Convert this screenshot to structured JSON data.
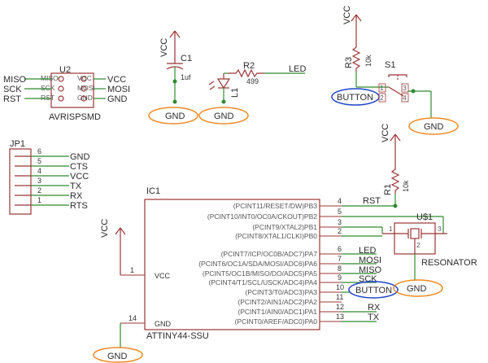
{
  "colors": {
    "wire": "#2e8b2e",
    "symbol": "#9b3535",
    "gnd_highlight": "#f08a24",
    "button_highlight": "#1f45c8"
  },
  "u2": {
    "ref": "U2",
    "name": "AVRISPSMD",
    "left_nets": [
      "MISO",
      "SCK",
      "RST"
    ],
    "right_nets": [
      "VCC",
      "MOSI",
      "GND"
    ],
    "inner_left": [
      "MISO",
      "SCK",
      "RST"
    ],
    "inner_right": [
      "VCC",
      "MOSI",
      "GND"
    ]
  },
  "c1": {
    "supply": "VCC",
    "ref": "C1",
    "value": "1uf",
    "gnd": "GND"
  },
  "r2": {
    "ref": "R2",
    "value": "499",
    "net": "LED"
  },
  "l1": {
    "ref": "L1",
    "gnd": "GND"
  },
  "r3": {
    "supply": "VCC",
    "ref": "R3",
    "value": "10k",
    "net": "BUTTON"
  },
  "s1": {
    "ref": "S1",
    "pins": [
      "1",
      "2",
      "3",
      "4"
    ],
    "gnd": "GND"
  },
  "jp1": {
    "ref": "JP1",
    "pins": [
      {
        "num": "6",
        "net": "GND"
      },
      {
        "num": "5",
        "net": "CTS"
      },
      {
        "num": "4",
        "net": "VCC"
      },
      {
        "num": "3",
        "net": "TX"
      },
      {
        "num": "2",
        "net": "RX"
      },
      {
        "num": "1",
        "net": "RTS"
      }
    ]
  },
  "r1": {
    "supply": "VCC",
    "ref": "R1",
    "value": "10k"
  },
  "ic1": {
    "ref": "IC1",
    "part": "ATTINY44-SSU",
    "vcc_supply": "VCC",
    "vcc_label": "VCC",
    "vcc_pin": "1",
    "gnd_label": "GND",
    "gnd_pin": "14",
    "gnd": "GND",
    "pins": [
      {
        "label": "(PCINT11/RESET/DW)PB3",
        "num": "4",
        "net": "RST"
      },
      {
        "label": "(PCINT10/INT0/OC0A/CKOUT)PB2",
        "num": "5",
        "net": ""
      },
      {
        "label": "(PCINT9/XTAL2)PB1",
        "num": "3",
        "net": ""
      },
      {
        "label": "(PCINT8/XTAL1/CLKI)PB0",
        "num": "2",
        "net": ""
      },
      {
        "label": "(PCINT7/ICP/OC0B/ADC7)PA7",
        "num": "6",
        "net": "LED"
      },
      {
        "label": "(PCINT6/OC1A/SDA/MOSI/ADC6)PA6",
        "num": "7",
        "net": "MOSI"
      },
      {
        "label": "(PCINT5/OC1B/MISO/DO/ADC5)PA5",
        "num": "8",
        "net": "MISO"
      },
      {
        "label": "(PCINT4/T1/SCL/USCK/ADC4)PA4",
        "num": "9",
        "net": "SCK"
      },
      {
        "label": "(PCINT3/T0/ADC3)PA3",
        "num": "10",
        "net": "BUTTON"
      },
      {
        "label": "(PCINT2/AIN1/ADC2)PA2",
        "num": "11",
        "net": ""
      },
      {
        "label": "(PCINT1/AIN0/ADC1)PA1",
        "num": "12",
        "net": "RX"
      },
      {
        "label": "(PCINT0/AREF/ADC0)PA0",
        "num": "13",
        "net": "TX"
      }
    ]
  },
  "resonator": {
    "ref": "U$1",
    "name": "RESONATOR",
    "pins": [
      "1",
      "2",
      "3"
    ],
    "gnd": "GND"
  }
}
